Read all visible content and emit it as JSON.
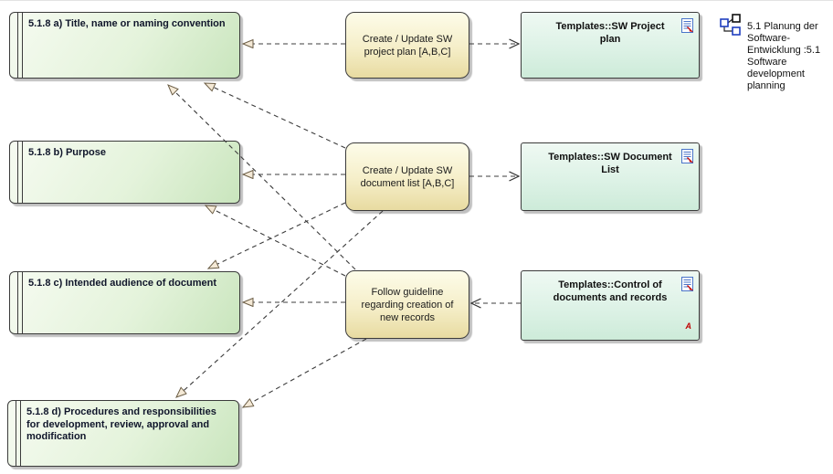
{
  "diagram": {
    "requirements": [
      {
        "id": "req_a",
        "label": "5.1.8 a) Title, name or naming convention"
      },
      {
        "id": "req_b",
        "label": "5.1.8 b) Purpose"
      },
      {
        "id": "req_c",
        "label": "5.1.8 c) Intended audience of document"
      },
      {
        "id": "req_d",
        "label": "5.1.8 d) Procedures and responsibilities for development, review, approval and modification"
      }
    ],
    "activities": [
      {
        "id": "act_1",
        "label": "Create / Update SW project plan [A,B,C]"
      },
      {
        "id": "act_2",
        "label": "Create / Update SW document list [A,B,C]"
      },
      {
        "id": "act_3",
        "label": "Follow guideline regarding creation of new records"
      }
    ],
    "templates": [
      {
        "id": "tpl_1",
        "label": "Templates::SW Project plan"
      },
      {
        "id": "tpl_2",
        "label": "Templates::SW Document List"
      },
      {
        "id": "tpl_3",
        "label": "Templates::Control of documents and records",
        "corner_marker": "A"
      }
    ],
    "legend": {
      "label": "5.1 Planung der Software-Entwicklung :5.1 Software development planning",
      "icon": "composite-diagram-icon"
    },
    "edges": [
      {
        "from": "act_1",
        "to": "req_a",
        "type": "realization-dashed-triangle"
      },
      {
        "from": "act_2",
        "to": "req_a",
        "type": "realization-dashed-triangle"
      },
      {
        "from": "act_3",
        "to": "req_a",
        "type": "realization-dashed-triangle"
      },
      {
        "from": "act_2",
        "to": "req_b",
        "type": "realization-dashed-triangle"
      },
      {
        "from": "act_3",
        "to": "req_b",
        "type": "realization-dashed-triangle"
      },
      {
        "from": "act_2",
        "to": "req_c",
        "type": "realization-dashed-triangle"
      },
      {
        "from": "act_3",
        "to": "req_c",
        "type": "realization-dashed-triangle"
      },
      {
        "from": "act_2",
        "to": "req_d",
        "type": "realization-dashed-triangle"
      },
      {
        "from": "act_3",
        "to": "req_d",
        "type": "realization-dashed-triangle"
      },
      {
        "from": "act_1",
        "to": "tpl_1",
        "type": "dependency-dashed-open"
      },
      {
        "from": "act_2",
        "to": "tpl_2",
        "type": "dependency-dashed-open"
      },
      {
        "from": "tpl_3",
        "to": "act_3",
        "type": "dependency-dashed-open"
      }
    ],
    "colors": {
      "requirement_fill": "#c9e5bd",
      "activity_fill": "#e8dba1",
      "template_fill": "#cdebd9",
      "border": "#3b3b3b",
      "connector": "#3c3c3c",
      "arrowhead_fill": "#f4e9d6",
      "icon_blue": "#1f3fbf",
      "doc_icon_blue": "#4a74c9",
      "marker_red": "#c00000"
    }
  }
}
